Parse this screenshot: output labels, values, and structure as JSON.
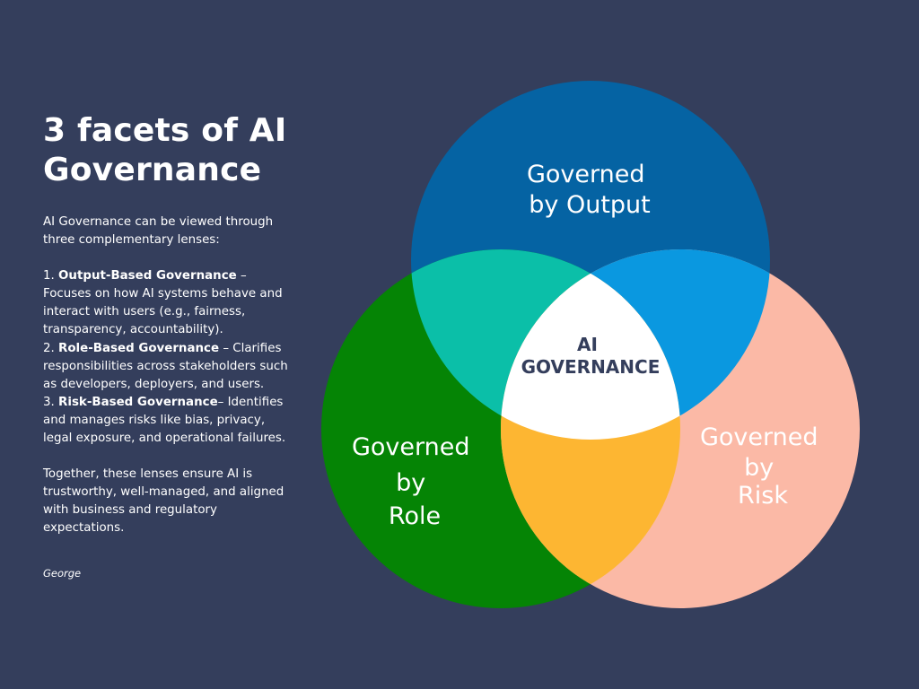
{
  "colors": {
    "background": "#343e5c",
    "text": "#ffffff",
    "center_text": "#343e5c",
    "output_circle": "#0563a3",
    "role_circle": "#058405",
    "risk_circle": "#fbb9a6",
    "output_role": "#0bbfa8",
    "output_risk": "#0a98e0",
    "role_risk": "#fdb632",
    "center": "#ffffff"
  },
  "title": [
    "3 facets of AI",
    "Governance"
  ],
  "intro": "AI Governance can be viewed through three complementary lenses:",
  "items": [
    {
      "prefix": "1. ",
      "bold": "Output-Based Governance",
      "text": " – Focuses on how AI systems behave and interact with users (e.g., fairness, transparency, accountability)."
    },
    {
      "prefix": "2. ",
      "bold": "Role-Based Governance",
      "text": " – Clarifies responsibilities across stakeholders such as developers, deployers, and users."
    },
    {
      "prefix": "3.  ",
      "bold": "Risk-Based Governance",
      "text": "– Identifies and manages risks like bias, privacy, legal exposure, and operational failures."
    }
  ],
  "conclusion": "Together, these lenses ensure AI is trustworthy, well-managed, and aligned with business and regulatory expectations.",
  "author": "George",
  "venn": {
    "output_label": [
      "Governed",
      "by Output"
    ],
    "role_label": [
      "Governed",
      "by",
      "Role"
    ],
    "risk_label": [
      "Governed",
      "by",
      "Risk"
    ],
    "center_label": [
      "AI",
      "GOVERNANCE"
    ]
  }
}
